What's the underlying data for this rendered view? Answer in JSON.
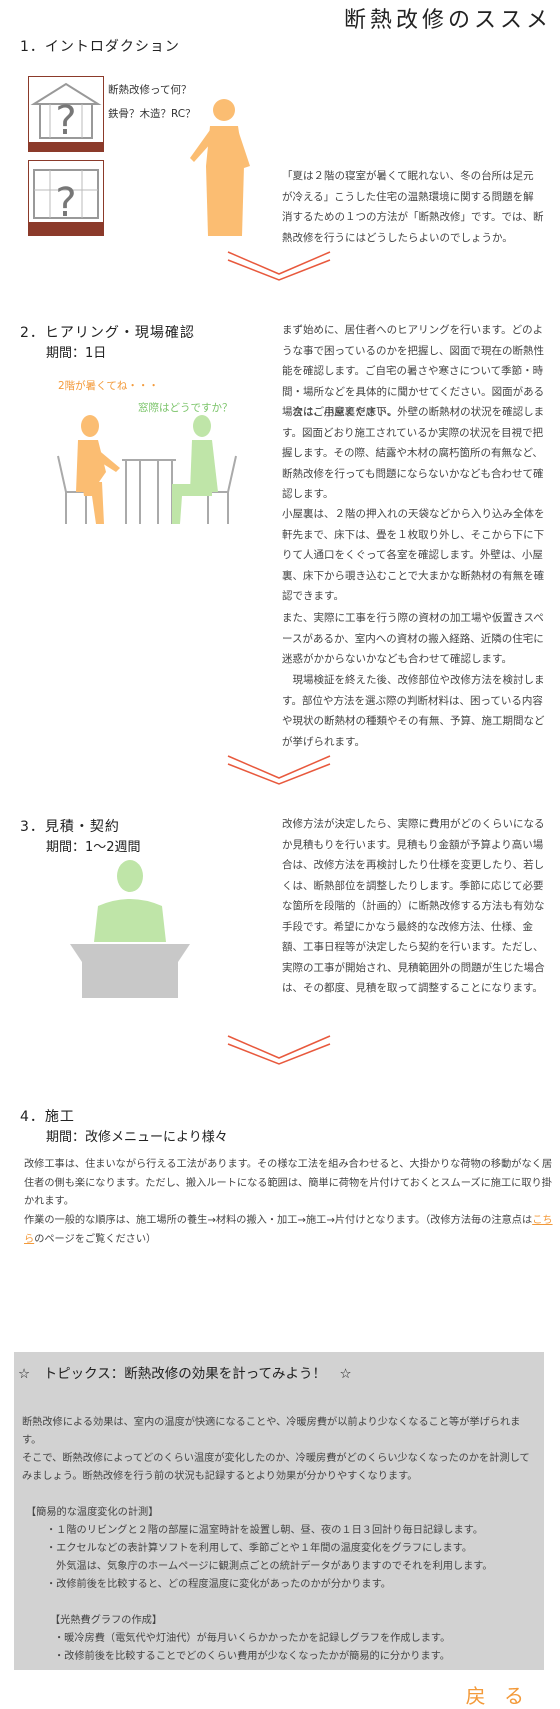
{
  "page_title": "断熱改修のススメ",
  "section1": {
    "heading": "1．イントロダクション",
    "labels": [
      "断熱改修って何？",
      "鉄骨？木造？RC？"
    ],
    "text": "「夏は２階の寝室が暑くて眠れない、冬の台所は足元が冷える」こうした住宅の温熱環境に関する問題を解消するための１つの方法が「断熱改修」です。では、断熱改修を行うにはどうしたらよいのでしょうか。"
  },
  "section2": {
    "heading": "2．ヒアリング・現場確認",
    "period": "期間：1日",
    "speech1": "2階が暑くてね・・・",
    "speech2": "窓際はどうですか？",
    "text1": "まず始めに、居住者へのヒアリングを行います。どのような事で困っているのかを把握し、図面で現在の断熱性能を確認します。ご自宅の暑さや寒さについて季節・時間・場所などを具体的に聞かせてください。図面がある場合はご用意ください。",
    "text2": "　次に、小屋裏や床下、外壁の断熱材の状況を確認します。図面どおり施工されているか実際の状況を目視で把握します。その際、結露や木材の腐朽箇所の有無など、断熱改修を行っても問題にならないかなども合わせて確認します。",
    "text3": "小屋裏は、２階の押入れの天袋などから入り込み全体を軒先まで、床下は、畳を１枚取り外し、そこから下に下りて人通口をくぐって各室を確認します。外壁は、小屋裏、床下から覗き込むことで大まかな断熱材の有無を確認できます。",
    "text4": "また、実際に工事を行う際の資材の加工場や仮置きスペースがあるか、室内への資材の搬入経路、近隣の住宅に迷惑がかからないかなども合わせて確認します。",
    "text5": "　現場検証を終えた後、改修部位や改修方法を検討します。部位や方法を選ぶ際の判断材料は、困っている内容や現状の断熱材の種類やその有無、予算、施工期間などが挙げられます。"
  },
  "section3": {
    "heading": "3．見積・契約",
    "period": "期間：1〜2週間",
    "text": "改修方法が決定したら、実際に費用がどのくらいになるか見積もりを行います。見積もり金額が予算より高い場合は、改修方法を再検討したり仕様を変更したり、若しくは、断熱部位を調整したりします。季節に応じて必要な箇所を段階的（計画的）に断熱改修する方法も有効な手段です。希望にかなう最終的な改修方法、仕様、金額、工事日程等が決定したら契約を行います。ただし、実際の工事が開始され、見積範囲外の問題が生じた場合は、その都度、見積を取って調整することになります。"
  },
  "section4": {
    "heading": "4．施工",
    "period": "期間：改修メニューにより様々",
    "text1": "改修工事は、住まいながら行える工法があります。その様な工法を組み合わせると、大掛かりな荷物の移動がなく居住者の側も楽になります。ただし、搬入ルートになる範囲は、簡単に荷物を片付けておくとスムーズに施工に取り掛かれます。",
    "text2a": "作業の一般的な順序は、施工場所の養生→材料の搬入・加工→施工→片付けとなります。（改修方法毎の注意点は",
    "link": "こちら",
    "text2b": "のページをご覧ください）"
  },
  "topics": {
    "heading": "☆　トピックス：断熱改修の効果を計ってみよう！　☆",
    "intro1": "断熱改修による効果は、室内の温度が快適になることや、冷暖房費が以前より少なくなること等が挙げられます。",
    "intro2": "そこで、断熱改修によってどのくらい温度が変化したのか、冷暖房費がどのくらい少なくなったのかを計測してみましょう。断熱改修を行う前の状況も記録するとより効果が分かりやすくなります。",
    "temp_heading": "【簡易的な温度変化の計測】",
    "temp_items": [
      "・１階のリビングと２階の部屋に温室時計を設置し朝、昼、夜の１日３回計り毎日記録します。",
      "・エクセルなどの表計算ソフトを利用して、季節ごとや１年間の温度変化をグラフにします。",
      "　外気温は、気象庁のホームページに観測点ごとの統計データがありますのでそれを利用します。",
      "・改修前後を比較すると、どの程度温度に変化があったのかが分かります。"
    ],
    "cost_heading": "【光熱費グラフの作成】",
    "cost_items": [
      "・暖冷房費（電気代や灯油代）が毎月いくらかかったかを記録しグラフを作成します。",
      "・改修前後を比較することでどのくらい費用が少なくなったかが簡易的に分かります。"
    ]
  },
  "back_label": "戻 る",
  "colors": {
    "accent": "#f39a3a",
    "person_orange": "#fbbd72",
    "person_green": "#bfe5a8",
    "topics_bg": "#d2d2d2",
    "chevron": "#e8593d"
  }
}
